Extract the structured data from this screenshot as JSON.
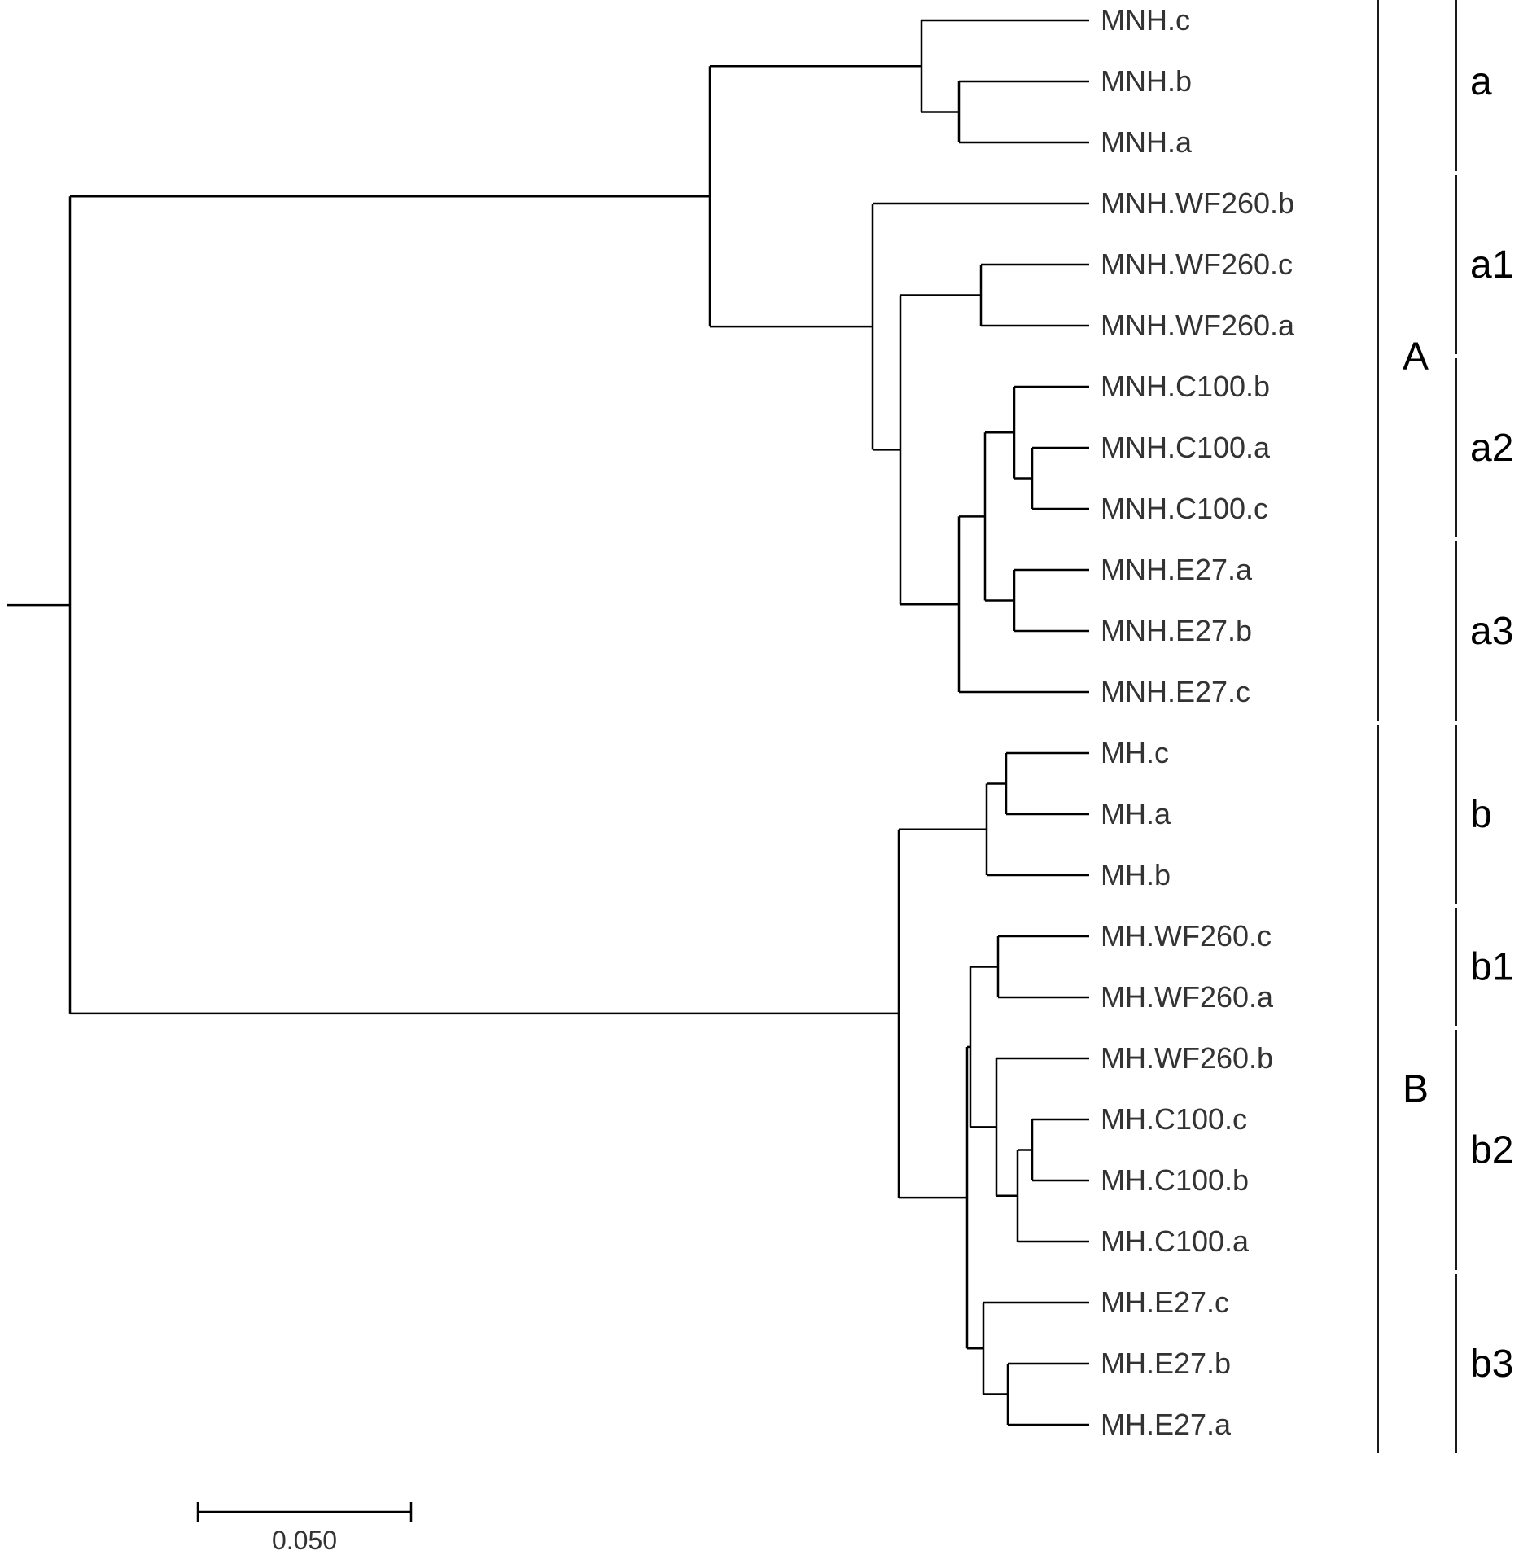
{
  "tree": {
    "name": null,
    "children": [
      {
        "children": [
          {
            "children": [
              {
                "name": "MNH.c"
              },
              {
                "children": [
                  {
                    "name": "MNH.b"
                  },
                  {
                    "name": "MNH.a"
                  }
                ]
              }
            ]
          },
          {
            "children": [
              {
                "name": "MNH.WF260.b"
              },
              {
                "children": [
                  {
                    "children": [
                      {
                        "name": "MNH.WF260.c"
                      },
                      {
                        "name": "MNH.WF260.a"
                      }
                    ]
                  },
                  {
                    "children": [
                      {
                        "children": [
                          {
                            "children": [
                              {
                                "name": "MNH.C100.b"
                              },
                              {
                                "children": [
                                  {
                                    "name": "MNH.C100.a"
                                  },
                                  {
                                    "name": "MNH.C100.c"
                                  }
                                ]
                              }
                            ]
                          },
                          {
                            "children": [
                              {
                                "name": "MNH.E27.a"
                              },
                              {
                                "name": "MNH.E27.b"
                              }
                            ]
                          }
                        ]
                      },
                      {
                        "name": "MNH.E27.c"
                      }
                    ]
                  }
                ]
              }
            ]
          }
        ]
      },
      {
        "children": [
          {
            "children": [
              {
                "children": [
                  {
                    "name": "MH.c"
                  },
                  {
                    "name": "MH.a"
                  }
                ]
              },
              {
                "name": "MH.b"
              }
            ]
          },
          {
            "children": [
              {
                "children": [
                  {
                    "children": [
                      {
                        "name": "MH.WF260.c"
                      },
                      {
                        "name": "MH.WF260.a"
                      }
                    ]
                  },
                  {
                    "children": [
                      {
                        "name": "MH.WF260.b"
                      },
                      {
                        "children": [
                          {
                            "children": [
                              {
                                "name": "MH.C100.c"
                              },
                              {
                                "name": "MH.C100.b"
                              }
                            ]
                          },
                          {
                            "name": "MH.C100.a"
                          }
                        ]
                      }
                    ]
                  }
                ]
              },
              {
                "children": [
                  {
                    "name": "MH.E27.c"
                  },
                  {
                    "children": [
                      {
                        "name": "MH.E27.b"
                      },
                      {
                        "name": "MH.E27.a"
                      }
                    ]
                  }
                ]
              }
            ]
          }
        ]
      }
    ]
  },
  "major_clades": [
    {
      "label": "A",
      "from": "MNH.c",
      "to": "MNH.E27.c"
    },
    {
      "label": "B",
      "from": "MH.c",
      "to": "MH.E27.a"
    }
  ],
  "sub_clades": [
    {
      "label": "a",
      "from": "MNH.c",
      "to": "MNH.a"
    },
    {
      "label": "a1",
      "from": "MNH.WF260.b",
      "to": "MNH.WF260.a"
    },
    {
      "label": "a2",
      "from": "MNH.C100.b",
      "to": "MNH.C100.c"
    },
    {
      "label": "a3",
      "from": "MNH.E27.a",
      "to": "MNH.E27.c"
    },
    {
      "label": "b",
      "from": "MH.c",
      "to": "MH.b"
    },
    {
      "label": "b1",
      "from": "MH.WF260.c",
      "to": "MH.WF260.a"
    },
    {
      "label": "b2",
      "from": "MH.WF260.b",
      "to": "MH.C100.a"
    },
    {
      "label": "b3",
      "from": "MH.E27.c",
      "to": "MH.E27.a"
    }
  ],
  "scale_bar": {
    "value": 0.05,
    "label": "0.050"
  }
}
